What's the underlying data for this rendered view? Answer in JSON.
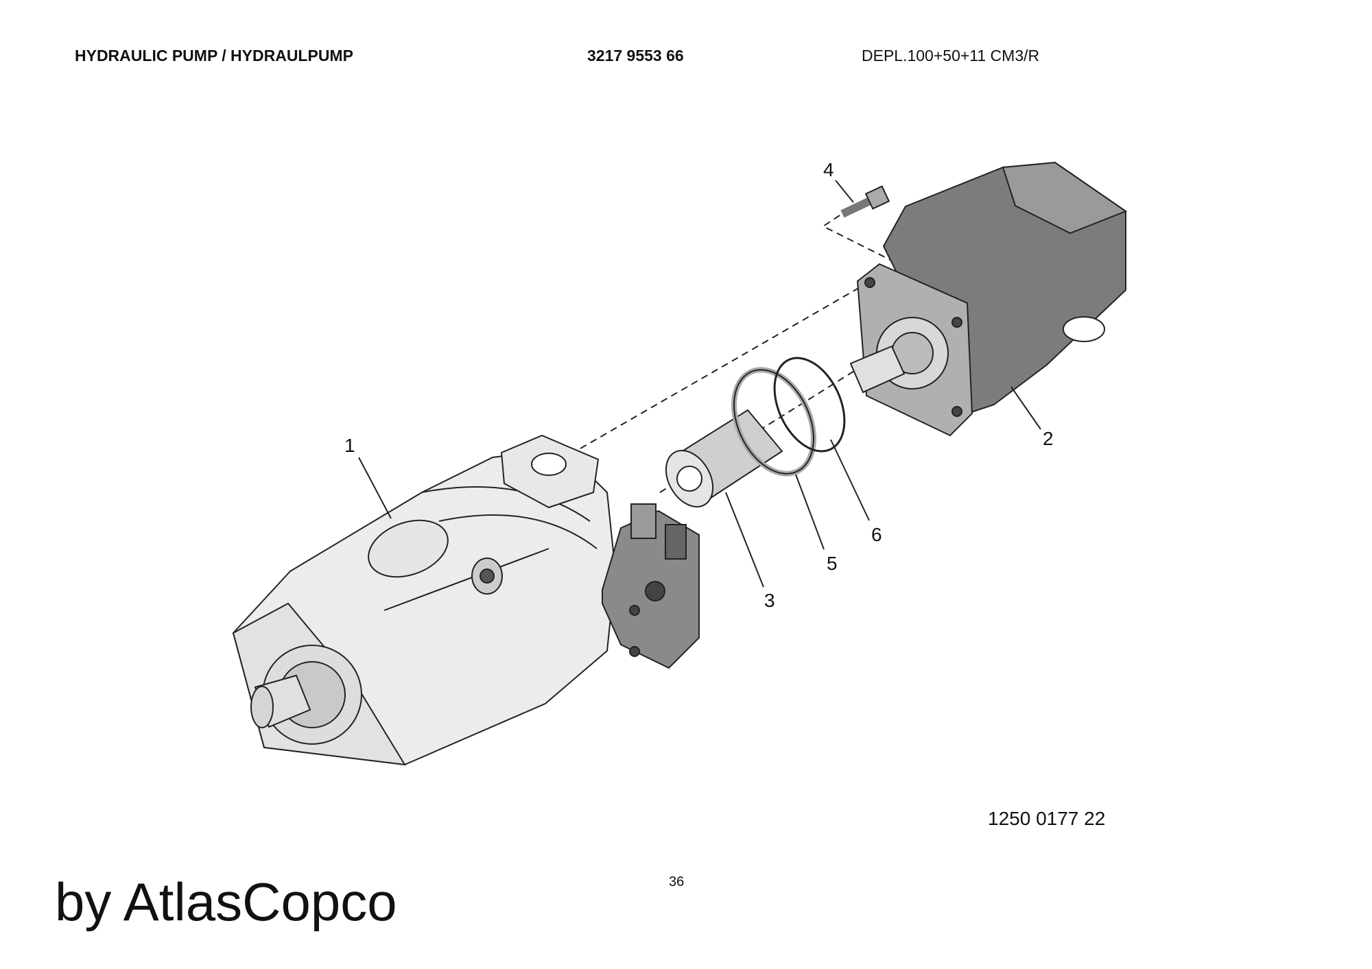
{
  "header": {
    "title": "HYDRAULIC PUMP / HYDRAULPUMP",
    "part_number": "3217 9553 66",
    "description": "DEPL.100+50+11 CM3/R"
  },
  "drawing": {
    "callouts": [
      "1",
      "2",
      "3",
      "4",
      "5",
      "6"
    ],
    "drawing_number": "1250 0177 22"
  },
  "footer": {
    "page_number": "36",
    "brand": "by AtlasCopco"
  }
}
